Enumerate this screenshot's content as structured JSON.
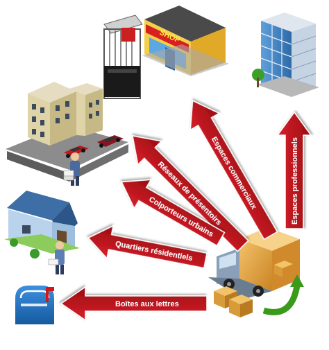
{
  "diagram": {
    "arrows": [
      {
        "key": "espaces_commerciaux",
        "label": "Espaces commerciaux"
      },
      {
        "key": "reseaux_presentoirs",
        "label": "Réseaux de présentoirs"
      },
      {
        "key": "colporteurs_urbains",
        "label": "Colporteurs urbains"
      },
      {
        "key": "quartiers_residentiels",
        "label": "Quartiers résidentiels"
      },
      {
        "key": "boites_aux_lettres",
        "label": "Boîtes aux lettres"
      },
      {
        "key": "espaces_professionnels",
        "label": "Espaces professionnels"
      }
    ],
    "shop_sign": "SHOP",
    "colors": {
      "arrow_red": "#c8101a",
      "arrow_dark": "#8a0a10",
      "arrow_outline": "#ffffff",
      "mailbox_blue": "#1e6fc2",
      "truck_box": "#e8a33c",
      "green_arrow": "#3a9a1a"
    }
  }
}
